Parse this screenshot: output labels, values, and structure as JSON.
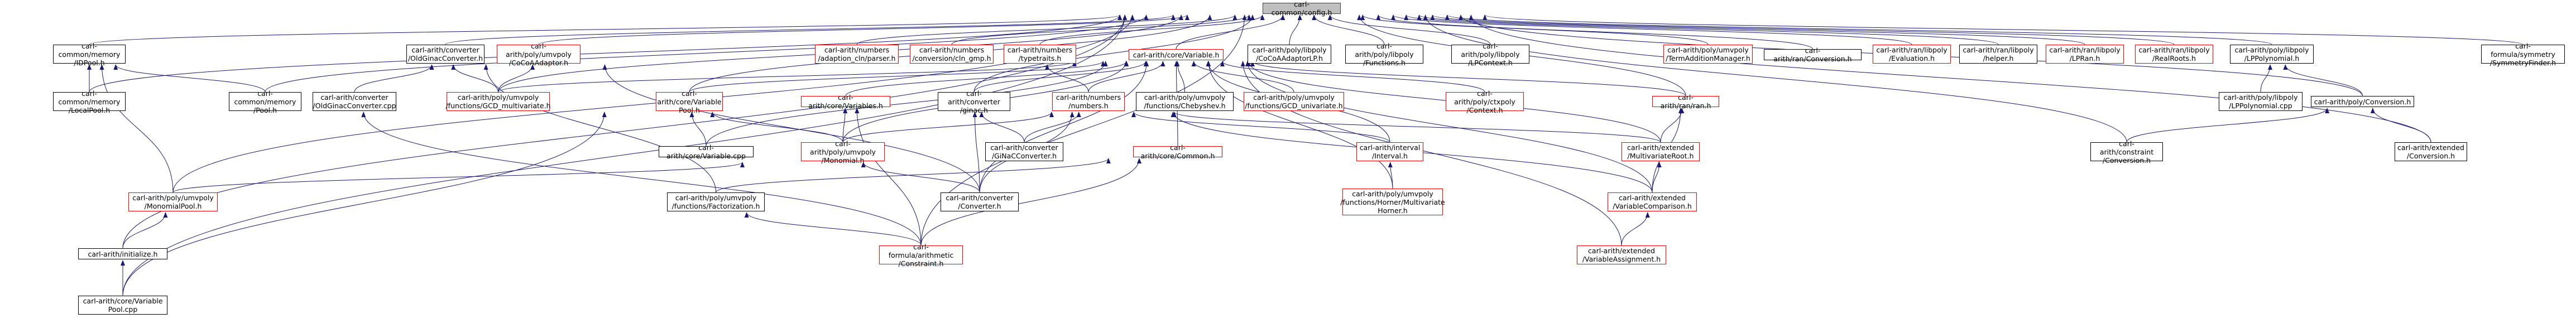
{
  "graph": {
    "root": "carl/common/config.h",
    "edge_color": "#191970",
    "nodes": [
      {
        "id": "root",
        "label": "carl-common/config.h",
        "color": "gray"
      },
      {
        "id": "n_mem_idpool",
        "label": "carl-common/memory\n/IDPool.h",
        "color": "black"
      },
      {
        "id": "n_conv_old",
        "label": "carl-arith/converter\n/OldGinacConverter.h",
        "color": "black"
      },
      {
        "id": "n_cocoa",
        "label": "carl-arith/poly/umvpoly\n/CoCoAAdaptor.h",
        "color": "red"
      },
      {
        "id": "n_num_adapt",
        "label": "carl-arith/numbers\n/adaption_cln/parser.h",
        "color": "red"
      },
      {
        "id": "n_num_conv",
        "label": "carl-arith/numbers\n/conversion/cln_gmp.h",
        "color": "red"
      },
      {
        "id": "n_num_typetraits",
        "label": "carl-arith/numbers\n/typetraits.h",
        "color": "red"
      },
      {
        "id": "n_core_var",
        "label": "carl-arith/core/Variable.h",
        "color": "red"
      },
      {
        "id": "n_lib_cocoa",
        "label": "carl-arith/poly/libpoly\n/CoCoAAdaptorLP.h",
        "color": "black"
      },
      {
        "id": "n_lib_func",
        "label": "carl-arith/poly/libpoly\n/Functions.h",
        "color": "black"
      },
      {
        "id": "n_lib_ctx",
        "label": "carl-arith/poly/libpoly\n/LPContext.h",
        "color": "black"
      },
      {
        "id": "n_term_add",
        "label": "carl-arith/poly/umvpoly\n/TermAdditionManager.h",
        "color": "red"
      },
      {
        "id": "n_ran_conv",
        "label": "carl-arith/ran/Conversion.h",
        "color": "black"
      },
      {
        "id": "n_ran_eval",
        "label": "carl-arith/ran/libpoly\n/Evaluation.h",
        "color": "red"
      },
      {
        "id": "n_ran_helper",
        "label": "carl-arith/ran/libpoly\n/helper.h",
        "color": "black"
      },
      {
        "id": "n_ran_lpran",
        "label": "carl-arith/ran/libpoly\n/LPRan.h",
        "color": "red"
      },
      {
        "id": "n_ran_realroots",
        "label": "carl-arith/ran/libpoly\n/RealRoots.h",
        "color": "red"
      },
      {
        "id": "n_lib_lppoly",
        "label": "carl-arith/poly/libpoly\n/LPPolynomial.h",
        "color": "black"
      },
      {
        "id": "n_formula_sym",
        "label": "carl-formula/symmetry\n/SymmetryFinder.h",
        "color": "black"
      },
      {
        "id": "n_mem_local",
        "label": "carl-common/memory\n/LocalPool.h",
        "color": "black"
      },
      {
        "id": "n_mem_pool",
        "label": "carl-common/memory\n/Pool.h",
        "color": "black"
      },
      {
        "id": "n_conv_oldcpp",
        "label": "carl-arith/converter\n/OldGinacConverter.cpp",
        "color": "black"
      },
      {
        "id": "n_gcd_multi",
        "label": "carl-arith/poly/umvpoly\n/functions/GCD_multivariate.h",
        "color": "red"
      },
      {
        "id": "n_core_varpool",
        "label": "carl-arith/core/Variable\nPool.h",
        "color": "red"
      },
      {
        "id": "n_core_variables",
        "label": "carl-arith/core/Variables.h",
        "color": "red"
      },
      {
        "id": "n_conv_ginac",
        "label": "carl-arith/converter\n/ginac.h",
        "color": "black"
      },
      {
        "id": "n_num_numbers",
        "label": "carl-arith/numbers\n/numbers.h",
        "color": "red"
      },
      {
        "id": "n_cheby",
        "label": "carl-arith/poly/umvpoly\n/functions/Chebyshev.h",
        "color": "black"
      },
      {
        "id": "n_gcd_uni",
        "label": "carl-arith/poly/umvpoly\n/functions/GCD_univariate.h",
        "color": "red"
      },
      {
        "id": "n_ctxpoly",
        "label": "carl-arith/poly/ctxpoly\n/Context.h",
        "color": "red"
      },
      {
        "id": "n_ran_ran",
        "label": "carl-arith/ran/ran.h",
        "color": "red"
      },
      {
        "id": "n_lppoly_cpp",
        "label": "carl-arith/poly/libpoly\n/LPPolynomial.cpp",
        "color": "black"
      },
      {
        "id": "n_poly_conversion",
        "label": "carl-arith/poly/Conversion.h",
        "color": "black"
      },
      {
        "id": "n_core_varcpp",
        "label": "carl-arith/core/Variable.cpp",
        "color": "black"
      },
      {
        "id": "n_monomial",
        "label": "carl-arith/poly/umvpoly\n/Monomial.h",
        "color": "red"
      },
      {
        "id": "n_ginacconv",
        "label": "carl-arith/converter\n/GiNaCConverter.h",
        "color": "black"
      },
      {
        "id": "n_interval",
        "label": "carl-arith/interval\n/Interval.h",
        "color": "red"
      },
      {
        "id": "n_multiroot",
        "label": "carl-arith/extended\n/MultivariateRoot.h",
        "color": "red"
      },
      {
        "id": "n_constraint_conv",
        "label": "carl-arith/constraint\n/Conversion.h",
        "color": "black"
      },
      {
        "id": "n_ext_conv",
        "label": "carl-arith/extended\n/Conversion.h",
        "color": "black"
      },
      {
        "id": "n_core_common",
        "label": "carl-arith/core/Common.h",
        "color": "red"
      },
      {
        "id": "n_monopool",
        "label": "carl-arith/poly/umvpoly\n/MonomialPool.h",
        "color": "red"
      },
      {
        "id": "n_factorization",
        "label": "carl-arith/poly/umvpoly\n/functions/Factorization.h",
        "color": "black"
      },
      {
        "id": "n_converter",
        "label": "carl-arith/converter\n/Converter.h",
        "color": "black"
      },
      {
        "id": "n_horner",
        "label": "carl-arith/poly/umvpoly\n/functions/Horner/Multivariate\nHorner.h",
        "color": "red"
      },
      {
        "id": "n_varcomp",
        "label": "carl-arith/extended\n/VariableComparison.h",
        "color": "red"
      },
      {
        "id": "n_initialize",
        "label": "carl-arith/initialize.h",
        "color": "black"
      },
      {
        "id": "n_formula_constraint",
        "label": "carl-formula/arithmetic\n/Constraint.h",
        "color": "red"
      },
      {
        "id": "n_varassign",
        "label": "carl-arith/extended\n/VariableAssignment.h",
        "color": "red"
      },
      {
        "id": "n_varpoolcpp",
        "label": "carl-arith/core/Variable\nPool.cpp",
        "color": "black"
      }
    ]
  }
}
